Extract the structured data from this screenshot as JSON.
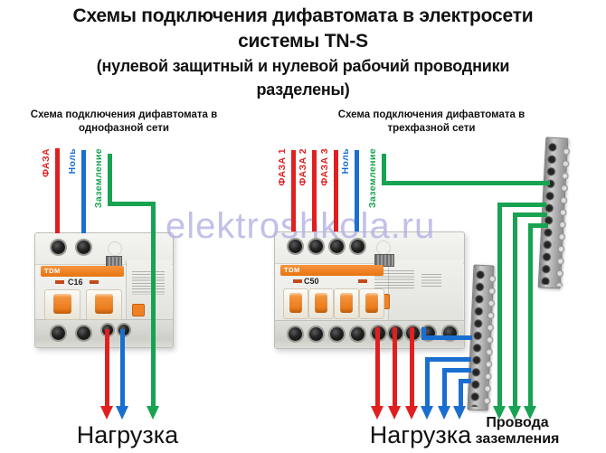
{
  "title": {
    "line1": "Схемы подключения дифавтомата в электросети",
    "line2": "системы TN-S",
    "line3": "(нулевой защитный и нулевой рабочий проводники",
    "line4": "разделены)"
  },
  "watermark": "elektroshkola.ru",
  "single_phase": {
    "subtitle1": "Схема подключения дифавтомата в",
    "subtitle2": "однофазной сети",
    "labels": {
      "phase": "ФАЗА",
      "neutral": "Ноль",
      "ground": "Заземление"
    },
    "load": "Нагрузка",
    "breaker": {
      "brand": "TDM",
      "rating": "C16"
    }
  },
  "three_phase": {
    "subtitle1": "Схема подключения дифавтомата в",
    "subtitle2": "трехфазной сети",
    "labels": {
      "phase1": "ФАЗА 1",
      "phase2": "ФАЗА 2",
      "phase3": "ФАЗА 3",
      "neutral": "Ноль",
      "ground": "Заземление"
    },
    "load": "Нагрузка",
    "ground_label1": "Провода",
    "ground_label2": "заземления",
    "breaker": {
      "brand": "TDM",
      "rating": "C50"
    }
  },
  "colors": {
    "phase_red": "#e02020",
    "neutral_blue": "#1a6ed0",
    "ground_green": "#17a351",
    "watermark_lavender": "#b3b1e6",
    "breaker_orange": "#ef8227"
  }
}
